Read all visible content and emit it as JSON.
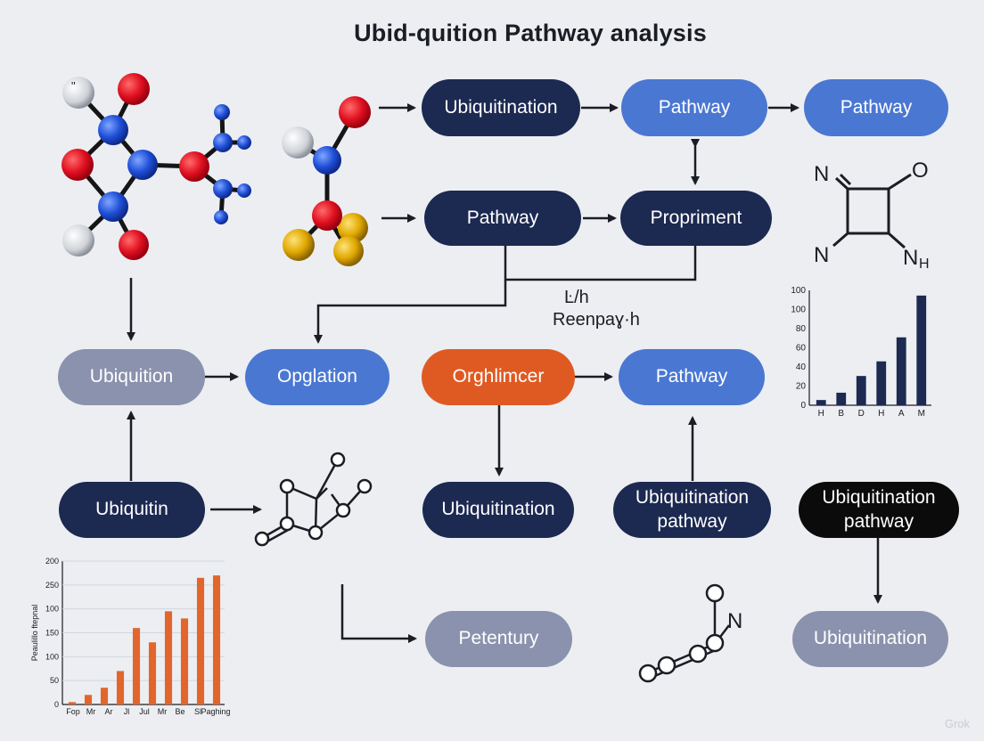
{
  "title": "Ubid-quition Pathway analysis",
  "nodes": {
    "ubiquitination_top": "Ubiquitination",
    "pathway_top_mid": "Pathway",
    "pathway_top_right": "Pathway",
    "pathway_row2": "Pathway",
    "propriment": "Propriment",
    "ubiquition": "Ubiquition",
    "opglation": "Opglation",
    "orghlimcer": "Orghlimcer",
    "pathway_row3": "Pathway",
    "ubiquitin": "Ubiquitin",
    "ubiquitination_row4": "Ubiquitination",
    "ubiquitination_pathway_mid_1": "Ubiquitination",
    "ubiquitination_pathway_mid_2": "pathway",
    "ubiquitination_pathway_right_1": "Ubiquitination",
    "ubiquitination_pathway_right_2": "pathway",
    "petentury": "Petentury",
    "ubiquitination_bottom": "Ubiquitination"
  },
  "labels": {
    "junction_1": "Ŀ/h",
    "junction_2": "Reenpaɣ·h",
    "ring_n1": "N",
    "ring_o": "O",
    "ring_n2": "N",
    "ring_nh": "N",
    "ring_h": "H",
    "chain_n": "N",
    "molecule_atom": "\""
  },
  "watermark": "Grok",
  "colors": {
    "navy": "#1c2951",
    "blue": "#4a77d2",
    "gray": "#8a92ad",
    "orange": "#df5a22",
    "bar_navy": "#1c2951",
    "bar_orange": "#e2662c"
  },
  "chart_data": [
    {
      "type": "bar",
      "categories": [
        "H",
        "B",
        "D",
        "H",
        "A",
        "M"
      ],
      "values": [
        5,
        12,
        28,
        42,
        65,
        105
      ],
      "yticks": [
        0,
        20,
        40,
        60,
        80,
        100,
        100
      ],
      "ylim": [
        0,
        110
      ],
      "title": "",
      "xlabel": "",
      "ylabel": "",
      "color": "#1c2951"
    },
    {
      "type": "bar",
      "categories": [
        "Fop",
        "Mr",
        "Ar",
        "Jl",
        "Jul",
        "Mr",
        "Be",
        "Sl",
        "Paghing"
      ],
      "values": [
        5,
        20,
        35,
        70,
        160,
        130,
        195,
        180,
        265,
        270
      ],
      "yticks": [
        0,
        50,
        100,
        150,
        100,
        250,
        200
      ],
      "ylim": [
        0,
        300
      ],
      "ylabel": "Peaulillo ftepnal",
      "title": "",
      "xlabel": "",
      "color": "#e2662c"
    }
  ]
}
